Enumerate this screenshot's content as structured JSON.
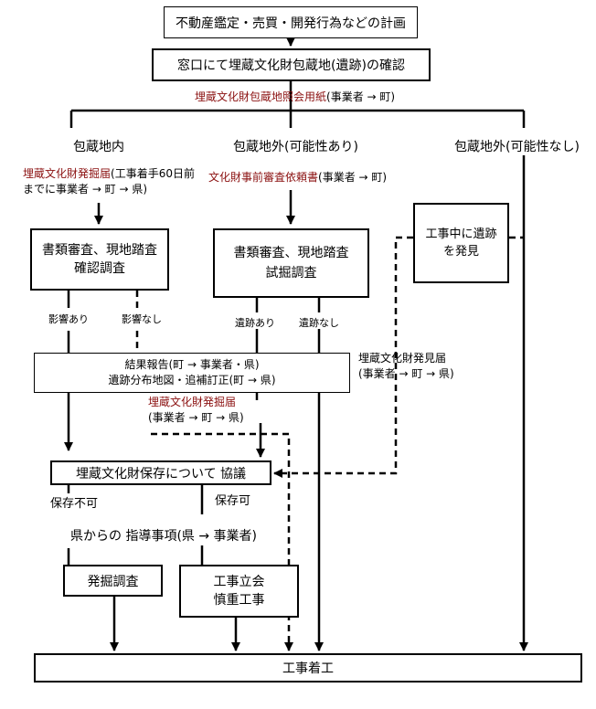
{
  "colors": {
    "line": "#000000",
    "note_red": "#8b1010"
  },
  "boxes": {
    "plan": "不動産鑑定・売買・開発行為などの計画",
    "confirm": "窓口にて埋蔵文化財包蔵地(遺跡)の確認",
    "review_inside_1": "書類審査、現地踏査",
    "review_inside_2": "確認調査",
    "review_outside_1": "書類審査、現地踏査",
    "review_outside_2": "試掘調査",
    "discovery_1": "工事中に遺跡",
    "discovery_2": "を発見",
    "result_1": "結果報告(町 → 事業者・県)",
    "result_2": "遺跡分布地図・追補訂正(町 → 県)",
    "consult": "埋蔵文化財保存について 協議",
    "excavation": "発掘調査",
    "witness_1": "工事立会",
    "witness_2": "慎重工事",
    "start": "工事着工"
  },
  "labels": {
    "inquiry_red": "埋蔵文化財包蔵地照会用紙",
    "inquiry_black": "(事業者 → 町)",
    "inside": "包蔵地内",
    "outside_possible": "包蔵地外(可能性あり)",
    "outside_none": "包蔵地外(可能性なし)",
    "excav_notice_red": "埋蔵文化財発掘届",
    "excav_notice_black_1": "(工事着手60日前",
    "excav_notice_black_2": "までに事業者 → 町 → 県)",
    "prior_review_red": "文化財事前審査依頼書",
    "prior_review_black": "(事業者 → 町)",
    "impact_yes": "影響あり",
    "impact_no": "影響なし",
    "site_yes": "遺跡あり",
    "site_no": "遺跡なし",
    "discovery_notice_1": "埋蔵文化財発見届",
    "discovery_notice_2": "(事業者 → 町 → 県)",
    "excav_notice2_red": "埋蔵文化財発掘届",
    "excav_notice2_black": "(事業者 → 町 → 県)",
    "preserve_no": "保存不可",
    "preserve_yes": "保存可",
    "guidance": "県からの 指導事項(県 → 事業者)"
  }
}
